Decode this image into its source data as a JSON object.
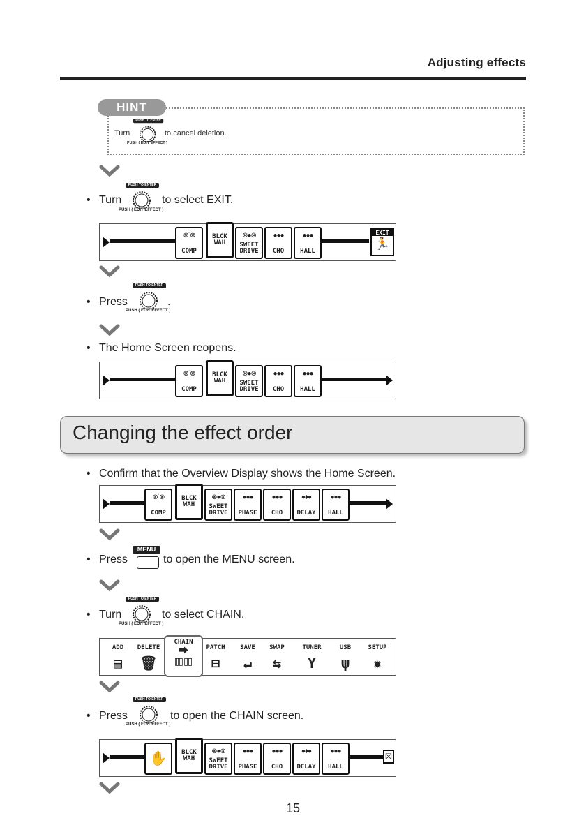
{
  "header": {
    "title": "Adjusting effects"
  },
  "hint": {
    "tag": "HINT",
    "text_before": "Turn",
    "text_after": "to cancel deletion."
  },
  "knob": {
    "top_label": "PUSH TO ENTER",
    "bottom_label": "PUSH ( EDIT EFFECT )"
  },
  "menu_button": {
    "label": "MENU"
  },
  "steps": {
    "s1_before": "Turn",
    "s1_after": "to select EXIT.",
    "s2_before": "Press",
    "s2_after": ".",
    "s3": "The Home Screen reopens.",
    "s4": "Confirm that the Overview Display shows the Home Screen.",
    "s5_before": "Press",
    "s5_after": "to open the MENU screen.",
    "s6_before": "Turn",
    "s6_after": "to select CHAIN.",
    "s7_before": "Press",
    "s7_after": "to open the CHAIN screen."
  },
  "section": {
    "title": "Changing the effect order"
  },
  "screen1": {
    "pedals": [
      "COMP",
      "BLCK\nWAH",
      "SWEET\nDRIVE",
      "CHO",
      "HALL"
    ],
    "exit_label": "EXIT"
  },
  "screen2": {
    "pedals": [
      "COMP",
      "BLCK\nWAH",
      "SWEET\nDRIVE",
      "CHO",
      "HALL"
    ]
  },
  "screen3": {
    "pedals": [
      "COMP",
      "BLCK\nWAH",
      "SWEET\nDRIVE",
      "PHASE",
      "CHO",
      "DELAY",
      "HALL"
    ]
  },
  "menu_screen": {
    "items": [
      "ADD",
      "DELETE",
      "CHAIN",
      "PATCH",
      "SAVE",
      "SWAP",
      "TUNER",
      "USB",
      "SETUP"
    ]
  },
  "screen5": {
    "pedals": [
      "",
      "BLCK\nWAH",
      "SWEET\nDRIVE",
      "PHASE",
      "CHO",
      "DELAY",
      "HALL"
    ]
  },
  "page": {
    "number": "15"
  }
}
